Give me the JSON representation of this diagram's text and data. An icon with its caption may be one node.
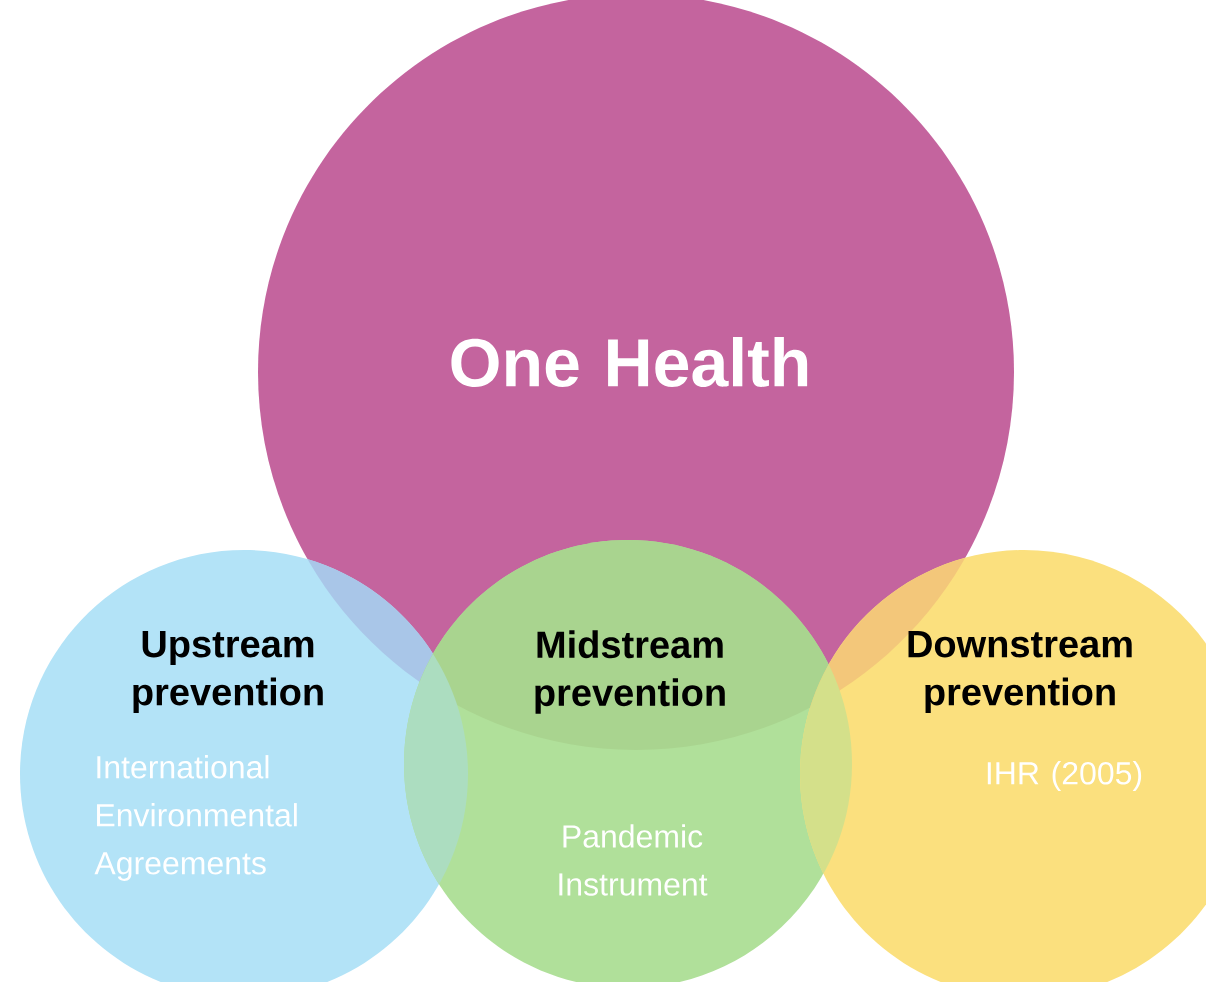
{
  "diagram": {
    "nodes": [
      {
        "text": [
          "One Health"
        ]
      },
      {
        "text": [
          "Upstream prevention",
          "International Environmental Agreements"
        ]
      },
      {
        "text": [
          "Midstream prevention",
          "Pandemic Instrument"
        ]
      },
      {
        "text": [
          "Downstream prevention",
          "IHR (2005)"
        ]
      }
    ]
  }
}
